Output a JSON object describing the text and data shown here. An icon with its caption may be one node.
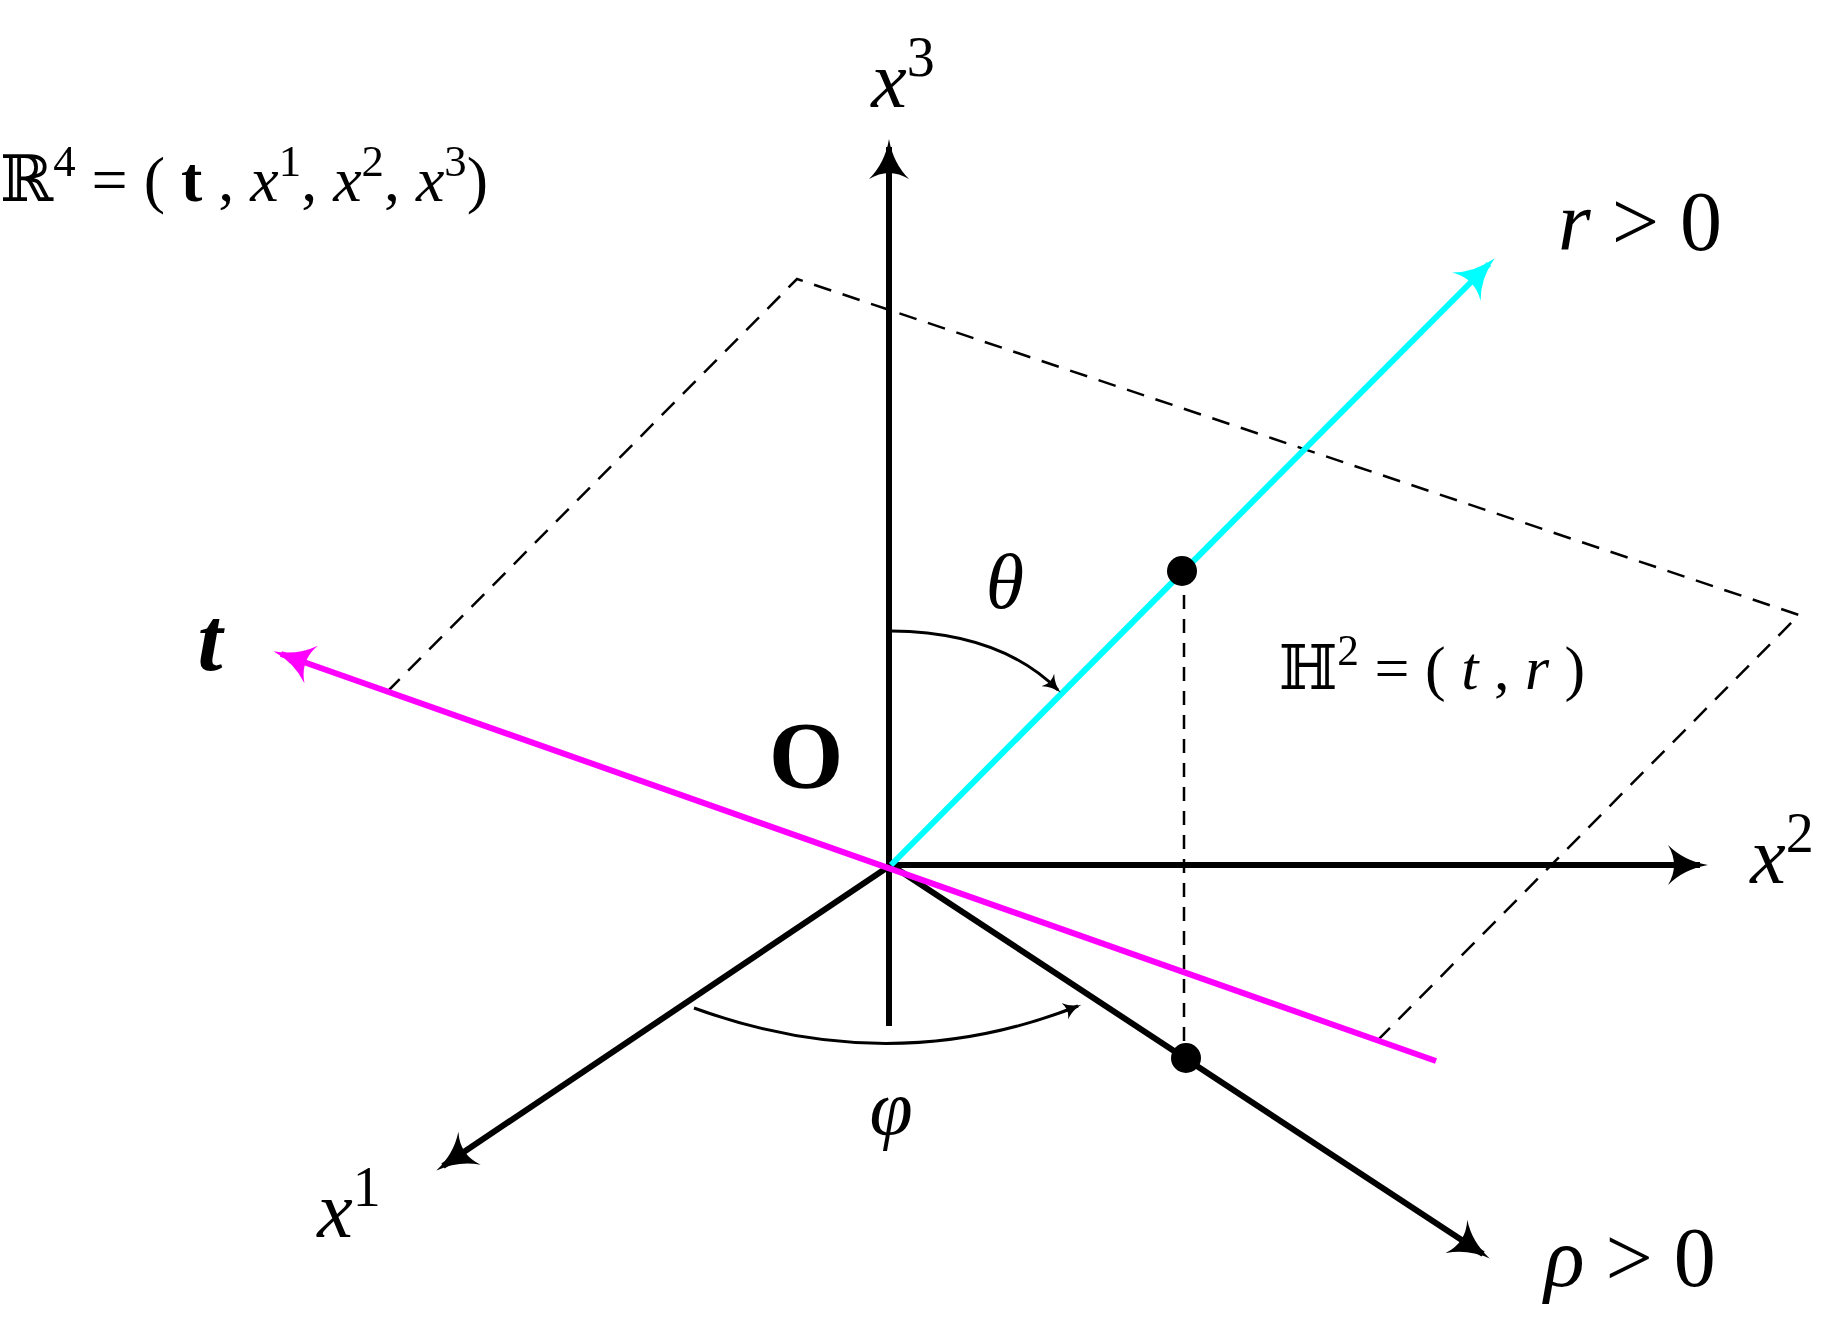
{
  "diagram": {
    "labels": [
      "*x*$^{3}$",
      "ℝ$^{4}$ = ( **t** , *x*$^{1}$, *x*$^{2}$, *x*$^{3}$)",
      "*r* > 0",
      "θ",
      "t",
      "ℍ$^{2}$ = ( *t* , *r* )",
      "O",
      "*x*$^{2}$",
      "φ",
      "*x*$^{1}$",
      "*ρ* > 0"
    ]
  }
}
